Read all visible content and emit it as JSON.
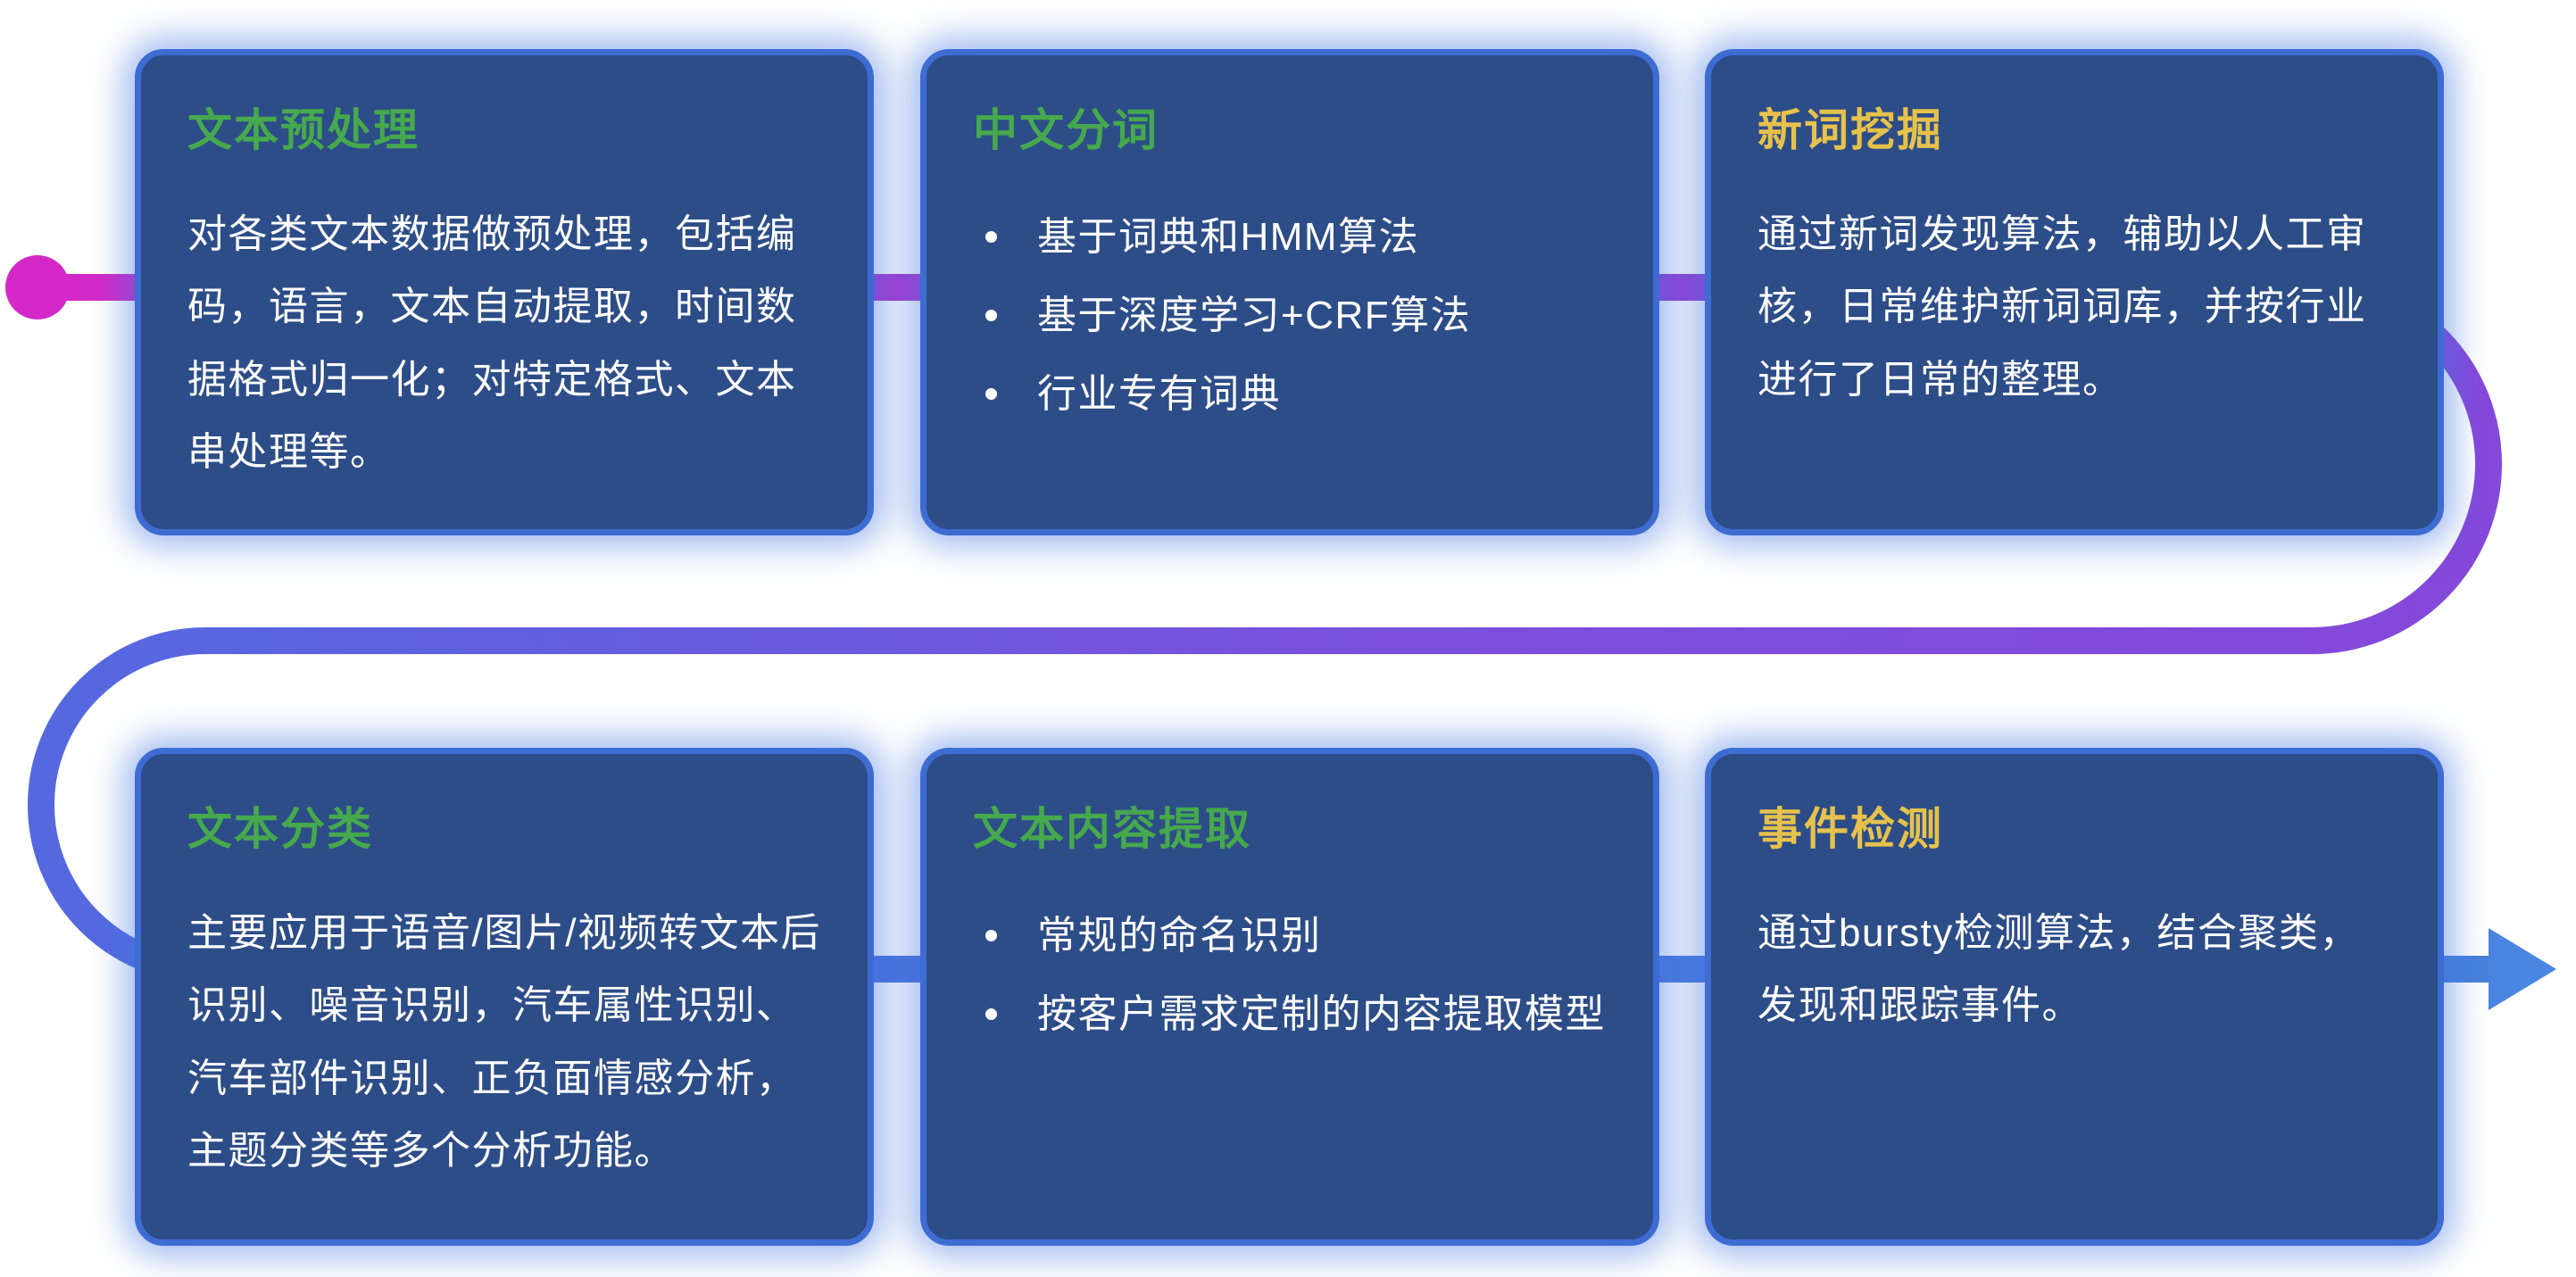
{
  "cards": [
    {
      "title": "文本预处理",
      "title_color": "#46A94D",
      "paragraph": "对各类文本数据做预处理，包括编码，语言，文本自动提取，时间数据格式归一化；对特定格式、文本串处理等。"
    },
    {
      "title": "中文分词",
      "title_color": "#46A94D",
      "bullets": [
        "基于词典和HMM算法",
        "基于深度学习+CRF算法",
        "行业专有词典"
      ]
    },
    {
      "title": "新词挖掘",
      "title_color": "#E6C24C",
      "paragraph": "通过新词发现算法，辅助以人工审核，日常维护新词词库，并按行业进行了日常的整理。"
    },
    {
      "title": "文本分类",
      "title_color": "#46A94D",
      "paragraph": "主要应用于语音/图片/视频转文本后识别、噪音识别，汽车属性识别、汽车部件识别、正负面情感分析，主题分类等多个分析功能。"
    },
    {
      "title": "文本内容提取",
      "title_color": "#46A94D",
      "bullets": [
        "常规的命名识别",
        "按客户需求定制的内容提取模型"
      ]
    },
    {
      "title": "事件检测",
      "title_color": "#E6C24C",
      "paragraph": "通过bursty检测算法，结合聚类，发现和跟踪事件。"
    }
  ],
  "flow": {
    "dot_color": "#D428C8",
    "arrow_color": "#4A85E2",
    "stops_top": [
      "#D428C8",
      "#AE37D0",
      "#9440D6",
      "#8448DA"
    ],
    "stops_return": [
      "#8448DA",
      "#7A50DC",
      "#5568E0"
    ],
    "stops_bottom": [
      "#5568E0",
      "#4A74DC",
      "#4880DC"
    ]
  },
  "colors": {
    "card_background": "#2D4D88",
    "card_border": "#3E6CD2",
    "card_glow": "rgba(66,118,224,0.5)",
    "body_text": "#FFFFFF",
    "title_green": "#46A94D",
    "title_yellow": "#E6C24C"
  }
}
